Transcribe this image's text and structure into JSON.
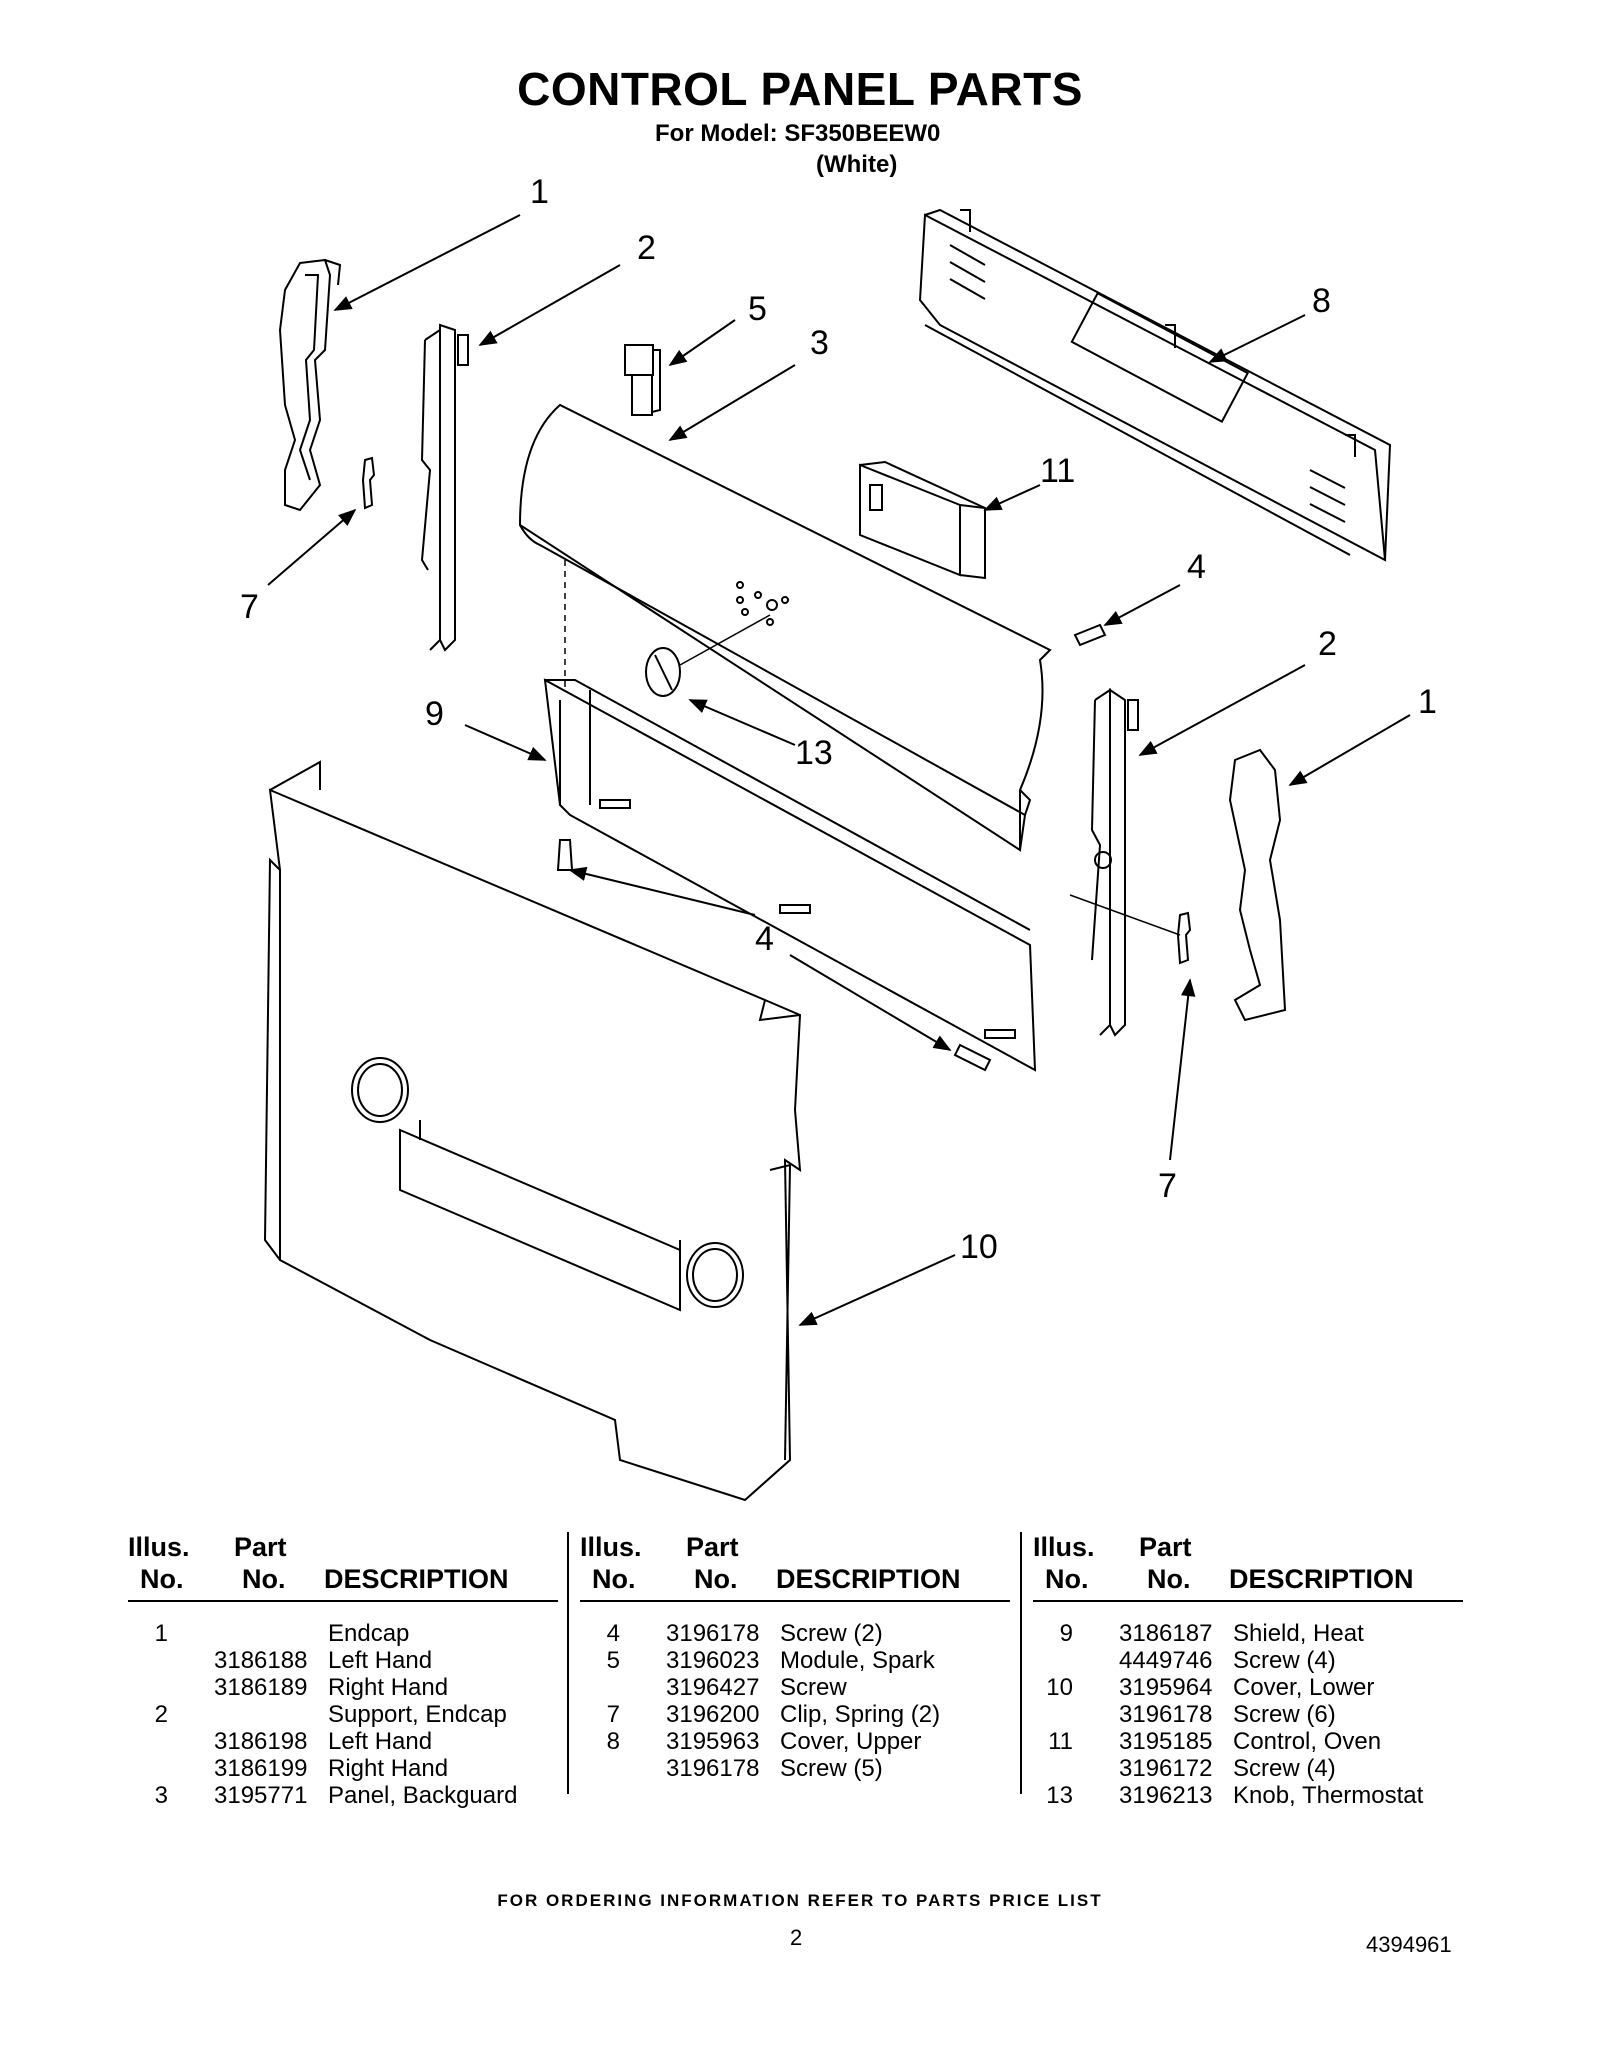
{
  "title": "CONTROL PANEL PARTS",
  "model_line": "For Model: SF350BEEW0",
  "color_line": "(White)",
  "callouts": {
    "c1a": "1",
    "c2a": "2",
    "c5": "5",
    "c3": "3",
    "c8": "8",
    "c11": "11",
    "c4a": "4",
    "c7a": "7",
    "c2b": "2",
    "c1b": "1",
    "c9": "9",
    "c13": "13",
    "c4b": "4",
    "c7b": "7",
    "c10": "10"
  },
  "table_headers": {
    "illus_top": "Illus.",
    "illus_bottom": "No.",
    "part_top": "Part",
    "part_bottom": "No.",
    "description": "DESCRIPTION"
  },
  "parts_columns": [
    [
      {
        "illus": "1",
        "part": "",
        "desc": "Endcap"
      },
      {
        "illus": "",
        "part": "3186188",
        "desc": "Left Hand"
      },
      {
        "illus": "",
        "part": "3186189",
        "desc": "Right Hand"
      },
      {
        "illus": "2",
        "part": "",
        "desc": "Support, Endcap"
      },
      {
        "illus": "",
        "part": "3186198",
        "desc": "Left Hand"
      },
      {
        "illus": "",
        "part": "3186199",
        "desc": "Right Hand"
      },
      {
        "illus": "3",
        "part": "3195771",
        "desc": "Panel, Backguard"
      }
    ],
    [
      {
        "illus": "4",
        "part": "3196178",
        "desc": "Screw (2)"
      },
      {
        "illus": "5",
        "part": "3196023",
        "desc": "Module, Spark"
      },
      {
        "illus": "",
        "part": "3196427",
        "desc": "Screw"
      },
      {
        "illus": "7",
        "part": "3196200",
        "desc": "Clip, Spring (2)"
      },
      {
        "illus": "8",
        "part": "3195963",
        "desc": "Cover, Upper"
      },
      {
        "illus": "",
        "part": "3196178",
        "desc": "Screw (5)"
      }
    ],
    [
      {
        "illus": "9",
        "part": "3186187",
        "desc": "Shield, Heat"
      },
      {
        "illus": "",
        "part": "4449746",
        "desc": "Screw (4)"
      },
      {
        "illus": "10",
        "part": "3195964",
        "desc": "Cover, Lower"
      },
      {
        "illus": "",
        "part": "3196178",
        "desc": "Screw (6)"
      },
      {
        "illus": "11",
        "part": "3195185",
        "desc": "Control, Oven"
      },
      {
        "illus": "",
        "part": "3196172",
        "desc": "Screw (4)"
      },
      {
        "illus": "13",
        "part": "3196213",
        "desc": "Knob, Thermostat"
      }
    ]
  ],
  "footer": "FOR ORDERING INFORMATION REFER TO PARTS PRICE LIST",
  "page_number": "2",
  "doc_number": "4394961"
}
